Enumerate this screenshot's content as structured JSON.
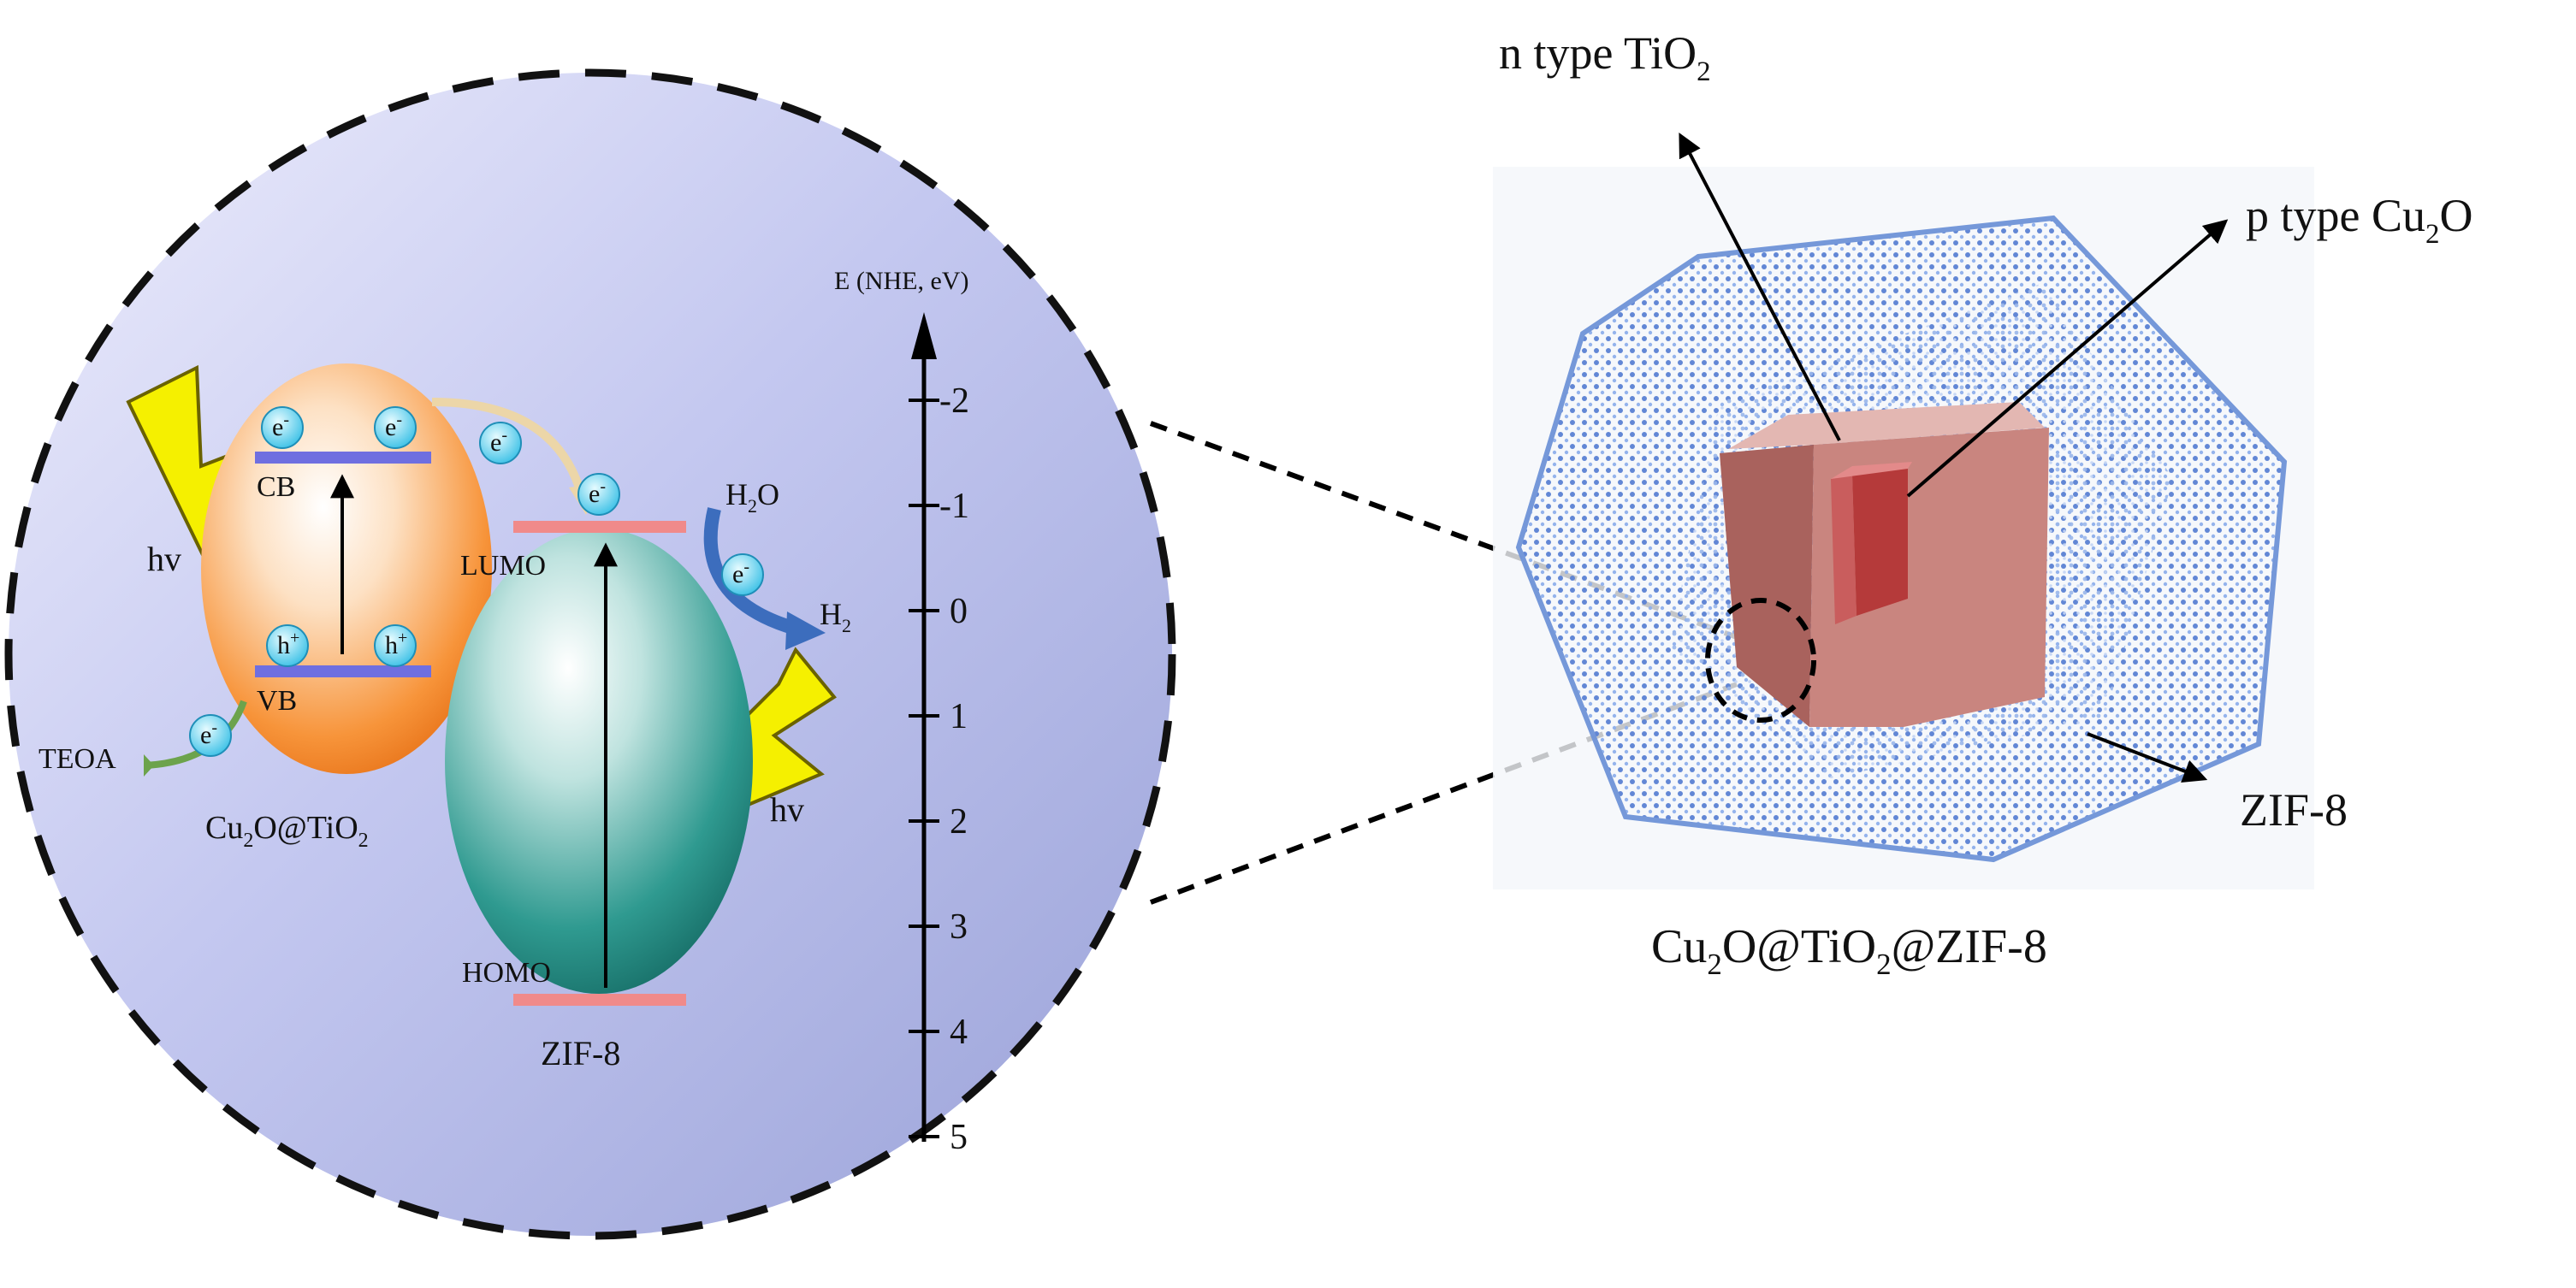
{
  "scheme": {
    "electron": "e",
    "electron_charge": "-",
    "hole": "h",
    "hole_charge": "+",
    "photon": "hv",
    "semiconductor_a": {
      "name_parts": [
        "Cu",
        "2",
        "O@TiO",
        "2"
      ],
      "cb_label": "CB",
      "vb_label": "VB",
      "color": "#f7943a"
    },
    "semiconductor_b": {
      "name": "ZIF-8",
      "lumo_label": "LUMO",
      "homo_label": "HOMO",
      "color": "#1f8a82"
    },
    "donor": "TEOA",
    "reactant_parts": [
      "H",
      "2",
      "O"
    ],
    "product_parts": [
      "H",
      "2"
    ],
    "band_color": "#6f6fe0",
    "level_color": "#f08a8a"
  },
  "axis": {
    "title": "E (NHE, eV)",
    "ticks": [
      -2,
      -1,
      0,
      1,
      2,
      3,
      4,
      5
    ],
    "tick_labels": [
      "-2",
      "-1",
      "0",
      "1",
      "2",
      "3",
      "4",
      "5"
    ]
  },
  "structure": {
    "caption_parts": [
      "Cu",
      "2",
      "O@TiO",
      "2",
      "@ZIF-8"
    ],
    "labels": {
      "tio2_parts": [
        "n type TiO",
        "2"
      ],
      "cu2o_parts": [
        "p type Cu",
        "2",
        "O"
      ],
      "zif8": "ZIF-8"
    },
    "shell_color": "#6f93d8",
    "core_color": "#c9726c",
    "core_inner_color": "#b53a3a"
  }
}
